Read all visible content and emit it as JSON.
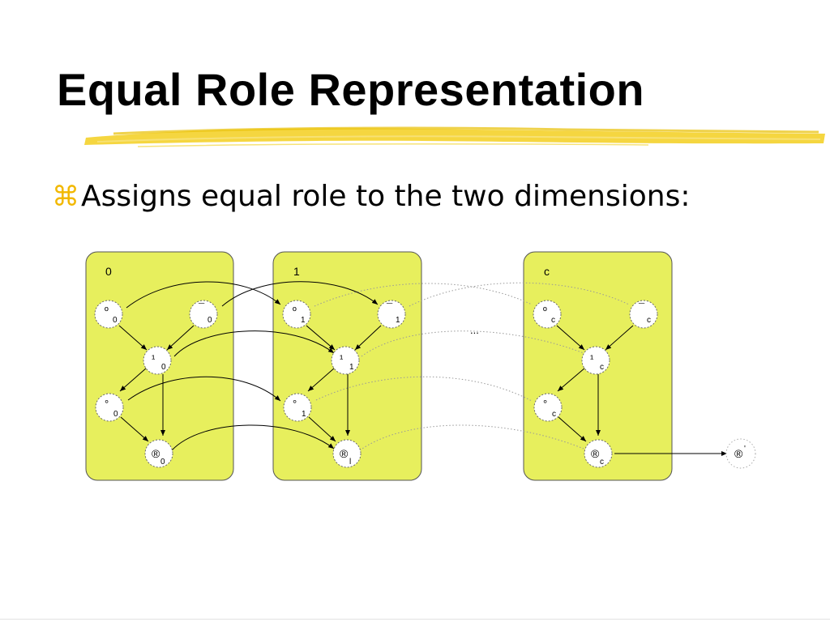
{
  "slide": {
    "title": "Equal Role Representation",
    "bullet_glyph": "⌘",
    "bullet_text": "Assigns equal role to the two dimensions:"
  },
  "colors": {
    "panel_fill": "#e7ef5d",
    "underline": "#f3cf1e",
    "bullet_glyph": "#f2b800"
  },
  "diagram": {
    "panels": [
      {
        "label": "0",
        "nodes": [
          {
            "main": "º",
            "sub": "0"
          },
          {
            "main": "¯",
            "sub": "0"
          },
          {
            "main": "¹",
            "sub": "0"
          },
          {
            "main": "°",
            "sub": "0"
          },
          {
            "main": "®",
            "sub": "0"
          }
        ]
      },
      {
        "label": "1",
        "nodes": [
          {
            "main": "º",
            "sub": "1"
          },
          {
            "main": "¯",
            "sub": "1"
          },
          {
            "main": "¹",
            "sub": "1"
          },
          {
            "main": "°",
            "sub": "1"
          },
          {
            "main": "®",
            "sub": "l"
          }
        ]
      },
      {
        "label": "c",
        "nodes": [
          {
            "main": "º",
            "sub": "c"
          },
          {
            "main": "¯",
            "sub": "c"
          },
          {
            "main": "¹",
            "sub": "c"
          },
          {
            "main": "°",
            "sub": "c"
          },
          {
            "main": "®",
            "sub": "c"
          }
        ]
      }
    ],
    "ellipsis": "...",
    "output_node": {
      "main": "®",
      "sub": "'"
    }
  }
}
